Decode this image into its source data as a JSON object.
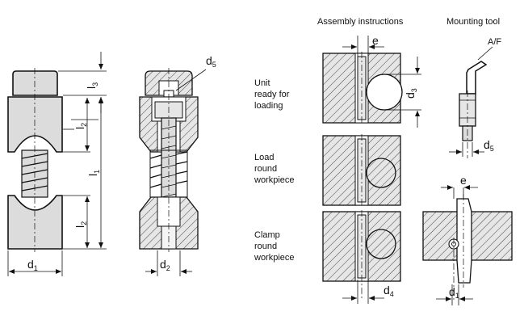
{
  "headers": {
    "assembly": "Assembly instructions",
    "tool": "Mounting tool"
  },
  "steps": [
    {
      "lines": [
        "Unit",
        "ready for",
        "loading"
      ]
    },
    {
      "lines": [
        "Load",
        "round",
        "workpiece"
      ]
    },
    {
      "lines": [
        "Clamp",
        "round",
        "workpiece"
      ]
    }
  ],
  "dims": {
    "l": "l",
    "d": "d",
    "l1": "1",
    "l2": "2",
    "l3": "3",
    "d1": "1",
    "d2": "2",
    "d3": "3",
    "d4": "4",
    "d5": "5",
    "e": "e",
    "af": "A/F"
  }
}
